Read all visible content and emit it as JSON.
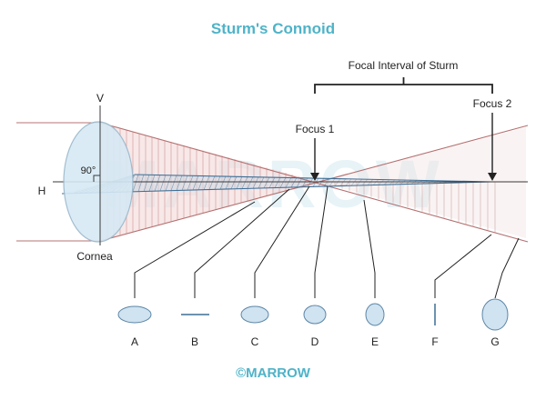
{
  "diagram": {
    "title": "Sturm's Connoid",
    "interval_label": "Focal Interval of Sturm",
    "focus1_label": "Focus 1",
    "focus2_label": "Focus 2",
    "vertical_label": "V",
    "horizontal_label": "H",
    "angle_label": "90°",
    "cornea_label": "Cornea",
    "watermark": "MARROW",
    "footer_copyright": "©MARROW",
    "points": [
      {
        "letter": "A",
        "shape": "horizontal-ellipse"
      },
      {
        "letter": "B",
        "shape": "horizontal-line"
      },
      {
        "letter": "C",
        "shape": "horizontal-ellipse"
      },
      {
        "letter": "D",
        "shape": "circle"
      },
      {
        "letter": "E",
        "shape": "vertical-ellipse"
      },
      {
        "letter": "F",
        "shape": "vertical-line"
      },
      {
        "letter": "G",
        "shape": "vertical-ellipse"
      }
    ],
    "colors": {
      "title": "#4fb3c8",
      "lens_fill": "#d6e9f4",
      "vertical_rays": "#c97e7e",
      "horizontal_plane": "#3c6e95",
      "axis": "#3a3a3a"
    }
  }
}
